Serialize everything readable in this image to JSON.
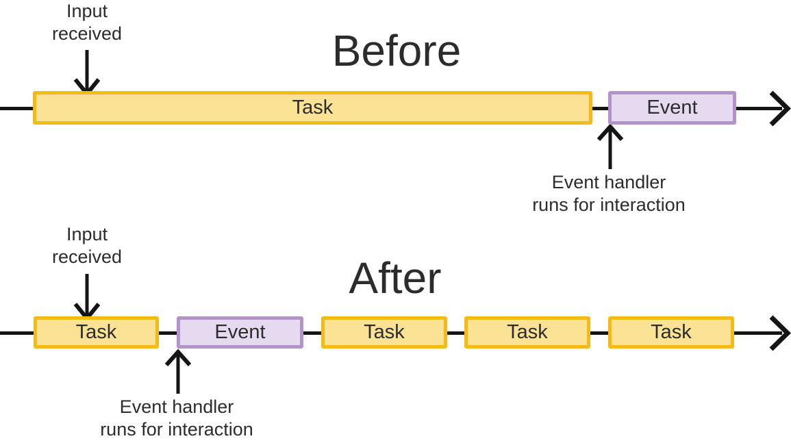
{
  "colors": {
    "background": "#ffffff",
    "line": "#151515",
    "text": "#2b2c2e",
    "task_fill": "#fce294",
    "task_border": "#f5ba17",
    "event_fill": "#e6daf0",
    "event_border": "#b294c8"
  },
  "before": {
    "title": "Before",
    "input_label": "Input\nreceived",
    "handler_label": "Event handler\nruns for interaction",
    "bars": [
      {
        "type": "task",
        "label": "Task"
      },
      {
        "type": "event",
        "label": "Event"
      }
    ]
  },
  "after": {
    "title": "After",
    "input_label": "Input\nreceived",
    "handler_label": "Event handler\nruns for interaction",
    "bars": [
      {
        "type": "task",
        "label": "Task"
      },
      {
        "type": "event",
        "label": "Event"
      },
      {
        "type": "task",
        "label": "Task"
      },
      {
        "type": "task",
        "label": "Task"
      },
      {
        "type": "task",
        "label": "Task"
      }
    ]
  }
}
